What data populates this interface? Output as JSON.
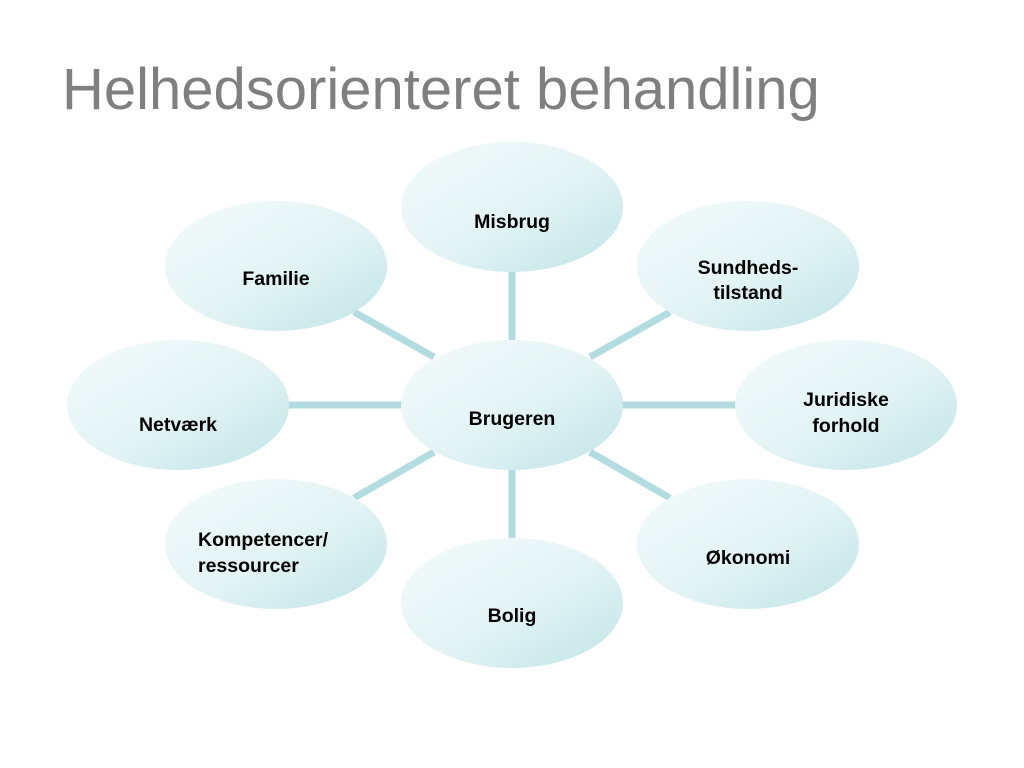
{
  "title": "Helhedsorienteret behandling",
  "colors": {
    "title": "#7f7f7f",
    "connector": "#b3dce0",
    "node_light": "#f4fbfb",
    "node_dark": "#bfe3e6"
  },
  "center": {
    "label": "Brugeren"
  },
  "nodes": [
    {
      "id": "misbrug",
      "lines": [
        "Misbrug"
      ]
    },
    {
      "id": "sundhed",
      "lines": [
        "Sundheds-",
        "tilstand"
      ]
    },
    {
      "id": "juridiske",
      "lines": [
        "Juridiske",
        "forhold"
      ]
    },
    {
      "id": "okonomi",
      "lines": [
        "Økonomi"
      ]
    },
    {
      "id": "bolig",
      "lines": [
        "Bolig"
      ]
    },
    {
      "id": "kompetencer",
      "lines": [
        "Kompetencer/",
        "ressourcer"
      ]
    },
    {
      "id": "netvaerk",
      "lines": [
        "Netværk"
      ]
    },
    {
      "id": "familie",
      "lines": [
        "Familie"
      ]
    }
  ]
}
